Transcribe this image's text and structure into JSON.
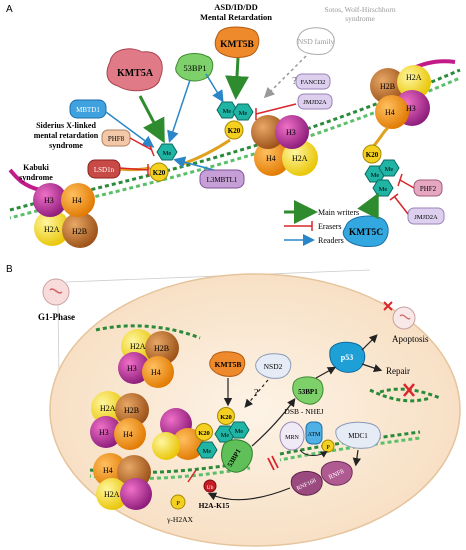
{
  "panel_a": {
    "letter": "A",
    "disease_top_line1": "ASD/ID/DD",
    "disease_top_line2": "Mental Retardation",
    "sotos_line1": "Sotos, Wolf-Hirschhorn",
    "sotos_line2": "syndrome",
    "nsd_family": "NSD family",
    "question": "?",
    "siderius_line1": "Siderius X-linked",
    "siderius_line2": "mental retardation",
    "siderius_line3": "syndrome",
    "kabuki_line1": "Kabuki",
    "kabuki_line2": "syndrome",
    "enzymes": {
      "kmt5a": "KMT5A",
      "p53bp1": "53BP1",
      "kmt5b": "KMT5B",
      "mbtd1": "MBTD1",
      "phf8": "PHF8",
      "lsd1n": "LSD1n",
      "l3mbtl1": "L3MBTL1",
      "fancd2": "FANCD2",
      "jmjd2a_top": "JMJD2A",
      "phf2": "PHF2",
      "jmjd2a_right": "JMJD2A",
      "kmt5c": "KMT5C"
    },
    "marks": {
      "k20": "K20",
      "me": "Me"
    },
    "histones": {
      "h2a": "H2A",
      "h2b": "H2B",
      "h3": "H3",
      "h4": "H4"
    },
    "legend": {
      "writers": "Main writers",
      "erasers": "Erasers",
      "readers": "Readers"
    },
    "colors": {
      "writer": "#2e8b2e",
      "eraser": "#d9262b",
      "reader": "#2a86c8"
    }
  },
  "panel_b": {
    "letter": "B",
    "phase": "G1-Phase",
    "kmt5b": "KMT5B",
    "nsd2": "NSD2",
    "question": "?",
    "p53bp1": "53BP1",
    "p53": "p53",
    "apoptosis": "Apoptosis",
    "repair": "Repair",
    "dsb": "DSB - NHEJ",
    "mrn": "MRN",
    "atm": "ATM",
    "p": "P",
    "mdc1": "MDC1",
    "rnf168": "RNF168",
    "rnf8": "RNF8",
    "ub": "Ub",
    "h2a_k15": "H2A-K15",
    "gamma_h2ax": "γ-H2AX",
    "k20": "K20",
    "me": "Me",
    "histones": {
      "h2a": "H2A",
      "h2b": "H2B",
      "h3": "H3",
      "h4": "H4"
    }
  }
}
